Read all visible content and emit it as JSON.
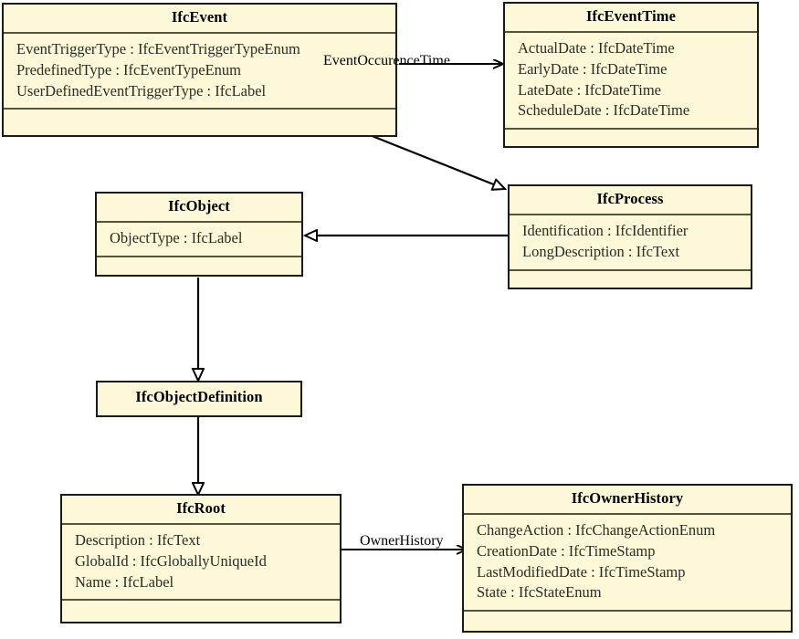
{
  "diagram": {
    "title": "IFC IfcEvent UML class diagram",
    "type": "uml-class-diagram",
    "background_color": "#ffffff",
    "class_fill_color": "#fcf8d8",
    "class_border_color": "#1a1a14",
    "compartment_separator_color": "#55553a",
    "edge_color": "#000000",
    "classes": [
      {
        "id": "ifcevent",
        "name": "IfcEvent",
        "attributes": [
          "EventTriggerType : IfcEventTriggerTypeEnum",
          "PredefinedType : IfcEventTypeEnum",
          "UserDefinedEventTriggerType : IfcLabel"
        ],
        "operations": []
      },
      {
        "id": "ifceventtime",
        "name": "IfcEventTime",
        "attributes": [
          "ActualDate : IfcDateTime",
          "EarlyDate : IfcDateTime",
          "LateDate : IfcDateTime",
          "ScheduleDate : IfcDateTime"
        ],
        "operations": []
      },
      {
        "id": "ifcprocess",
        "name": "IfcProcess",
        "attributes": [
          "Identification : IfcIdentifier",
          "LongDescription : IfcText"
        ],
        "operations": []
      },
      {
        "id": "ifcobject",
        "name": "IfcObject",
        "attributes": [
          "ObjectType : IfcLabel"
        ],
        "operations": []
      },
      {
        "id": "ifcobjectdefinition",
        "name": "IfcObjectDefinition",
        "attributes": [],
        "operations": []
      },
      {
        "id": "ifcroot",
        "name": "IfcRoot",
        "attributes": [
          "Description : IfcText",
          "GlobalId : IfcGloballyUniqueId",
          "Name : IfcLabel"
        ],
        "operations": []
      },
      {
        "id": "ifcownerhistory",
        "name": "IfcOwnerHistory",
        "attributes": [
          "ChangeAction : IfcChangeActionEnum",
          "CreationDate : IfcTimeStamp",
          "LastModifiedDate : IfcTimeStamp",
          "State : IfcStateEnum"
        ],
        "operations": []
      }
    ],
    "relationships": [
      {
        "id": "rel-event-eventtime",
        "kind": "association",
        "from": "IfcEvent",
        "to": "IfcEventTime",
        "label": "EventOccurenceTime",
        "arrow": "open-arrow"
      },
      {
        "id": "rel-event-process",
        "kind": "generalization",
        "from": "IfcEvent",
        "to": "IfcProcess",
        "label": "",
        "arrow": "hollow-triangle"
      },
      {
        "id": "rel-process-object",
        "kind": "generalization",
        "from": "IfcProcess",
        "to": "IfcObject",
        "label": "",
        "arrow": "hollow-triangle"
      },
      {
        "id": "rel-object-objectdefinition",
        "kind": "generalization",
        "from": "IfcObject",
        "to": "IfcObjectDefinition",
        "label": "",
        "arrow": "hollow-triangle"
      },
      {
        "id": "rel-objectdefinition-root",
        "kind": "generalization",
        "from": "IfcObjectDefinition",
        "to": "IfcRoot",
        "label": "",
        "arrow": "hollow-triangle"
      },
      {
        "id": "rel-root-ownerhistory",
        "kind": "association",
        "from": "IfcRoot",
        "to": "IfcOwnerHistory",
        "label": "OwnerHistory",
        "arrow": "open-arrow"
      }
    ]
  }
}
